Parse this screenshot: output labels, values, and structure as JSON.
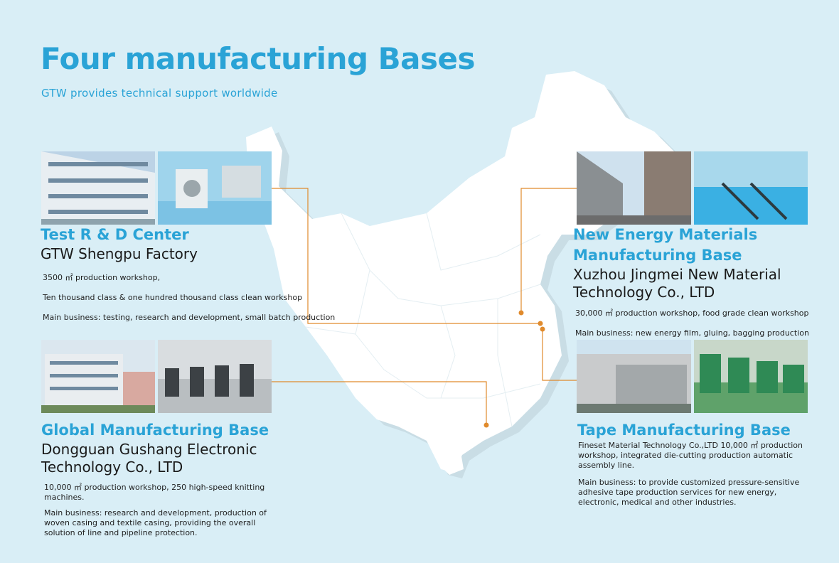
{
  "header": {
    "title": "Four manufacturing Bases",
    "subtitle": "GTW provides technical support worldwide"
  },
  "bases": [
    {
      "name": "Test R & D Center",
      "company": "GTW Shengpu Factory",
      "details": [
        "3500 ㎡ production workshop,",
        "Ten thousand class & one hundred thousand class clean workshop",
        "Main business: testing, research and development, small batch production"
      ]
    },
    {
      "name_line1": "New Energy Materials",
      "name_line2": "Manufacturing Base",
      "company_line1": "Xuzhou Jingmei New Material",
      "company_line2": "Technology Co., LTD",
      "details": [
        "30,000 ㎡ production workshop, food grade clean workshop",
        "Main business: new energy film, gluing, bagging production"
      ]
    },
    {
      "name": "Global Manufacturing Base",
      "company_line1": "Dongguan Gushang Electronic",
      "company_line2": "Technology Co., LTD",
      "details": [
        "10,000 ㎡ production workshop, 250 high-speed knitting machines.",
        "Main business: research and development, production of woven casing and textile casing, providing the overall solution of line and pipeline protection."
      ]
    },
    {
      "name": "Tape Manufacturing Base",
      "details": [
        "Fineset Material Technology Co.,LTD 10,000 ㎡ production workshop, integrated die-cutting production automatic assembly line.",
        "Main business: to provide customized pressure-sensitive adhesive tape production services for new energy, electronic, medical and other industries."
      ]
    }
  ],
  "colors": {
    "background": "#d9eef6",
    "accent": "#2aa3d6",
    "connector": "#e08a2c",
    "map": "#ffffff"
  }
}
